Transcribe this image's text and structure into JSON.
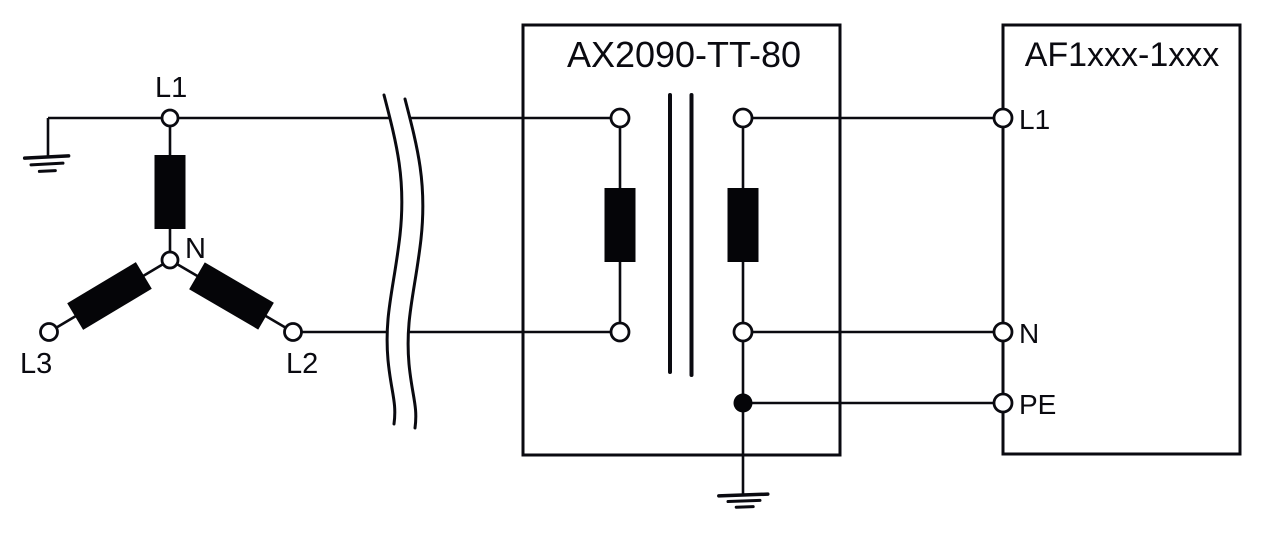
{
  "colors": {
    "ink": "#0a0a10",
    "background": "#ffffff"
  },
  "source": {
    "label_l1": "L1",
    "label_n": "N",
    "label_l2": "L2",
    "label_l3": "L3"
  },
  "transformer": {
    "model": "AX2090-TT-80"
  },
  "drive": {
    "model": "AF1xxx-1xxx",
    "terminal_l1": "L1",
    "terminal_n": "N",
    "terminal_pe": "PE"
  }
}
